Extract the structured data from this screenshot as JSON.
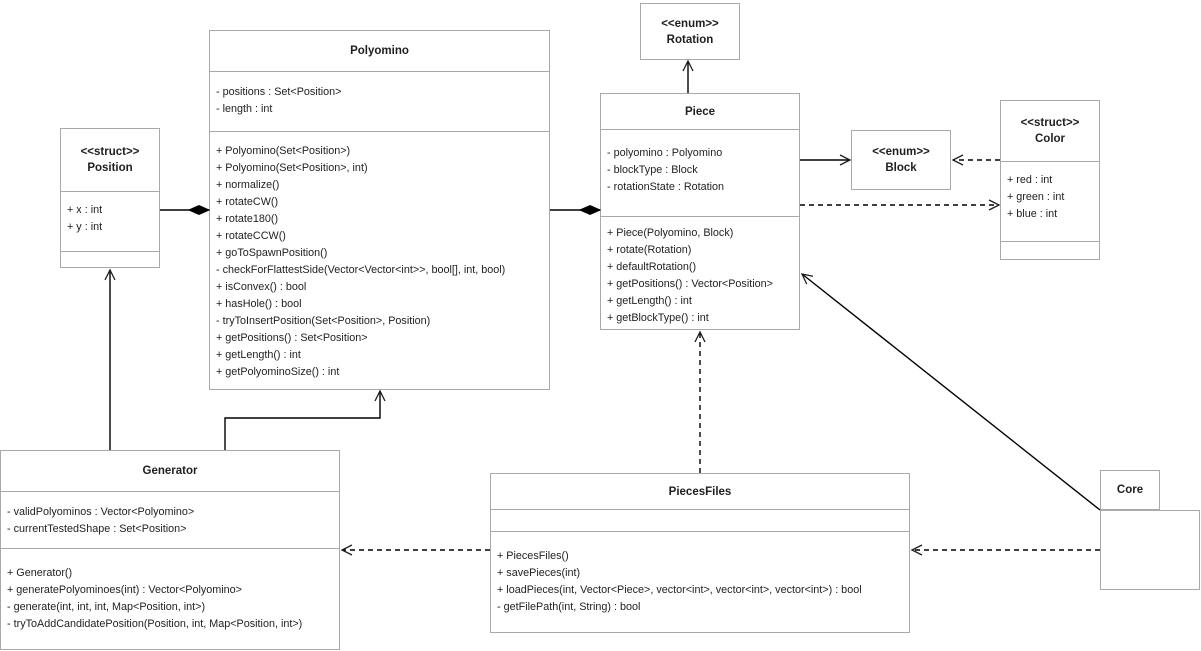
{
  "classes": {
    "polyomino": {
      "name": "Polyomino",
      "attributes": [
        "- positions : Set<Position>",
        "- length : int"
      ],
      "methods": [
        "+ Polyomino(Set<Position>)",
        "+ Polyomino(Set<Position>, int)",
        "+ normalize()",
        "+ rotateCW()",
        "+ rotate180()",
        "+ rotateCCW()",
        "+ goToSpawnPosition()",
        "- checkForFlattestSide(Vector<Vector<int>>, bool[], int, bool)",
        "+ isConvex() : bool",
        "+ hasHole() : bool",
        "- tryToInsertPosition(Set<Position>, Position)",
        "+ getPositions() : Set<Position>",
        "+ getLength() : int",
        "+ getPolyominoSize() : int"
      ]
    },
    "rotation": {
      "stereotype": "<<enum>>",
      "name": "Rotation"
    },
    "piece": {
      "name": "Piece",
      "attributes": [
        "- polyomino : Polyomino",
        "- blockType : Block",
        "- rotationState : Rotation"
      ],
      "methods": [
        "+ Piece(Polyomino, Block)",
        "+ rotate(Rotation)",
        "+ defaultRotation()",
        "+ getPositions() : Vector<Position>",
        "+ getLength() : int",
        "+ getBlockType() : int"
      ]
    },
    "block": {
      "stereotype": "<<enum>>",
      "name": "Block"
    },
    "color": {
      "stereotype": "<<struct>>",
      "name": "Color",
      "attributes": [
        "+ red : int",
        "+ green : int",
        "+ blue : int"
      ]
    },
    "position": {
      "stereotype": "<<struct>>",
      "name": "Position",
      "attributes": [
        "+ x : int",
        "+ y : int"
      ]
    },
    "generator": {
      "name": "Generator",
      "attributes": [
        "- validPolyominos : Vector<Polyomino>",
        "- currentTestedShape : Set<Position>"
      ],
      "methods": [
        "+ Generator()",
        "+ generatePolyominoes(int) : Vector<Polyomino>",
        "- generate(int, int, int, Map<Position, int>)",
        "- tryToAddCandidatePosition(Position, int, Map<Position, int>)"
      ]
    },
    "piecesfiles": {
      "name": "PiecesFiles",
      "methods": [
        "+ PiecesFiles()",
        "+ savePieces(int)",
        "+ loadPieces(int, Vector<Piece>, vector<int>, vector<int>, vector<int>) : bool",
        "- getFilePath(int, String) : bool"
      ]
    },
    "core": {
      "name": "Core"
    }
  },
  "relationships": [
    {
      "from": "Position",
      "to": "Polyomino",
      "type": "composition"
    },
    {
      "from": "Polyomino",
      "to": "Piece",
      "type": "composition"
    },
    {
      "from": "Piece",
      "to": "Rotation",
      "type": "association"
    },
    {
      "from": "Piece",
      "to": "Block",
      "type": "association"
    },
    {
      "from": "Color",
      "to": "Block",
      "type": "dependency"
    },
    {
      "from": "Piece",
      "to": "Color",
      "type": "dependency"
    },
    {
      "from": "Generator",
      "to": "Position",
      "type": "association"
    },
    {
      "from": "Generator",
      "to": "Polyomino",
      "type": "association"
    },
    {
      "from": "PiecesFiles",
      "to": "Piece",
      "type": "dependency"
    },
    {
      "from": "Core",
      "to": "Piece",
      "type": "association"
    },
    {
      "from": "PiecesFiles",
      "to": "Generator",
      "type": "dependency"
    },
    {
      "from": "Core",
      "to": "PiecesFiles",
      "type": "dependency"
    }
  ]
}
